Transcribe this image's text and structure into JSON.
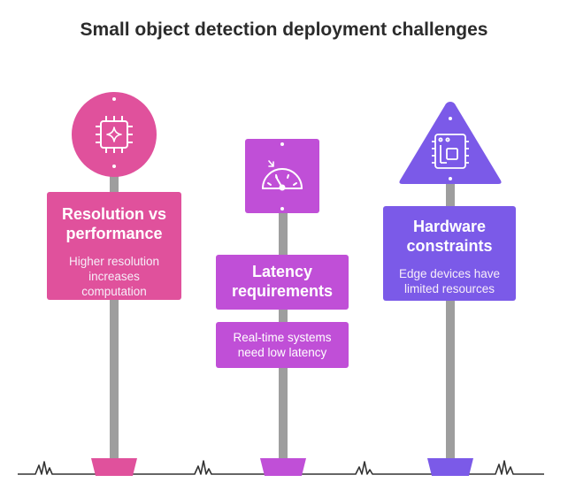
{
  "title": "Small object detection deployment challenges",
  "colors": {
    "pink": "#e0519c",
    "magenta": "#c04fd7",
    "violet": "#7b5ae8",
    "pole": "#9e9e9e",
    "ground": "#333333"
  },
  "signs": [
    {
      "heading": "Resolution vs\nperformance",
      "description": "Higher resolution\nincreases\ncomputation",
      "icon": "chip-sparkle-icon",
      "color": "pink"
    },
    {
      "heading": "Latency\nrequirements",
      "description": "Real-time systems\nneed low latency",
      "icon": "speedometer-icon",
      "color": "magenta"
    },
    {
      "heading": "Hardware\nconstraints",
      "description": "Edge devices have\nlimited resources",
      "icon": "circuit-board-icon",
      "color": "violet"
    }
  ]
}
